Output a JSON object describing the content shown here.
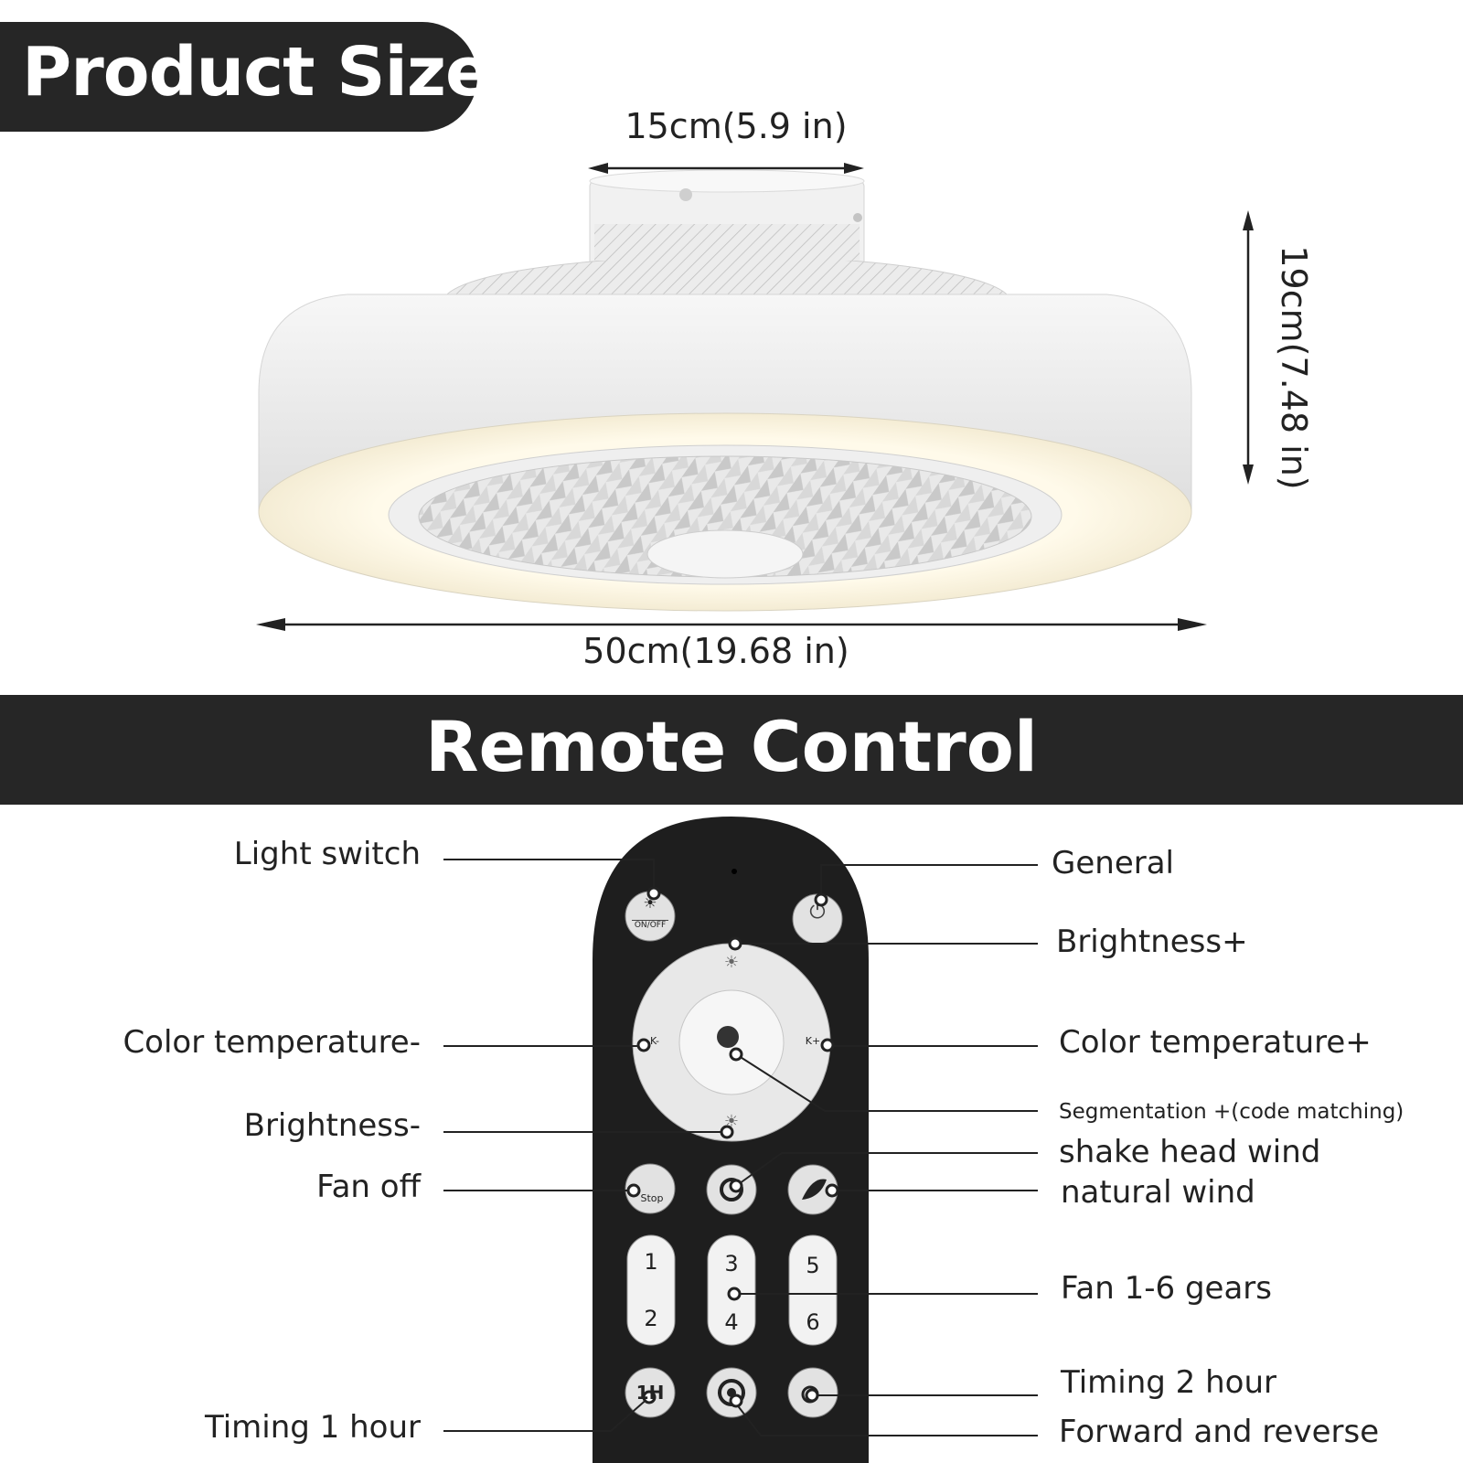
{
  "product_size": {
    "title": "Product Size",
    "top_width": "15cm(5.9 in)",
    "height": "19cm(7.48 in)",
    "diameter": "50cm(19.68 in)"
  },
  "remote_control": {
    "title": "Remote Control",
    "labels_left": {
      "light_switch": "Light switch",
      "color_temp_minus": "Color temperature-",
      "brightness_minus": "Brightness-",
      "fan_off": "Fan off",
      "timing_1h": "Timing 1 hour"
    },
    "labels_right": {
      "general": "General",
      "brightness_plus": "Brightness+",
      "color_temp_plus": "Color temperature+",
      "segmentation": "Segmentation +(code matching)",
      "shake_head": "shake head wind",
      "natural_wind": "natural wind",
      "fan_gears": "Fan 1-6 gears",
      "timing_2h": "Timing 2 hour",
      "forward_reverse": "Forward and reverse"
    },
    "buttons": {
      "on_off": "ON/OFF",
      "stop": "Stop",
      "gear_1": "1",
      "gear_2": "2",
      "gear_3": "3",
      "gear_4": "4",
      "gear_5": "5",
      "gear_6": "6",
      "timer_1h": "1H",
      "k_minus": "K-",
      "k_plus": "K+"
    }
  },
  "colors": {
    "dark": "#262626",
    "remote_body": "#1e1e1e",
    "fan_white": "#f2f2f2",
    "glow": "#fff6dd"
  }
}
